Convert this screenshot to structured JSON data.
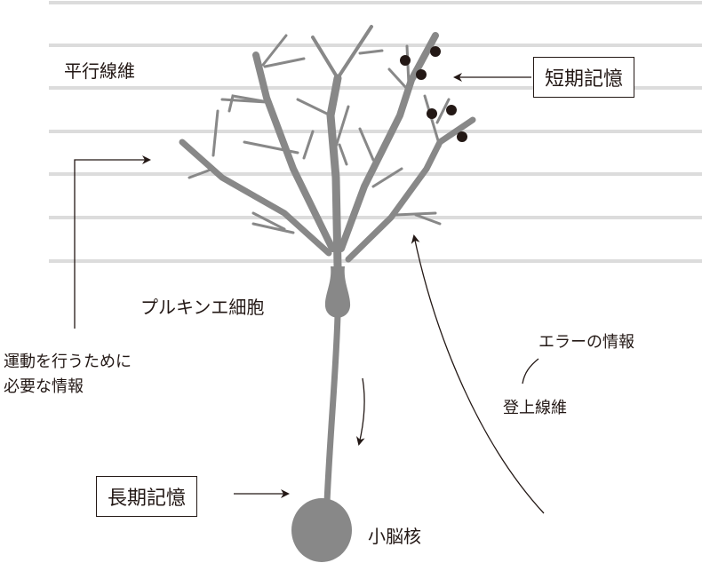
{
  "labels": {
    "parallel_fibers": "平行線維",
    "short_term_memory": "短期記憶",
    "purkinje_cell": "プルキンエ細胞",
    "motor_info_line1": "運動を行うために",
    "motor_info_line2": "必要な情報",
    "error_info": "エラーの情報",
    "climbing_fiber": "登上線維",
    "long_term_memory": "長期記憶",
    "cerebellar_nucleus": "小脳核"
  },
  "colors": {
    "neuron": "#888888",
    "fiber_lines": "#dcdcdc",
    "ink": "#231815"
  }
}
